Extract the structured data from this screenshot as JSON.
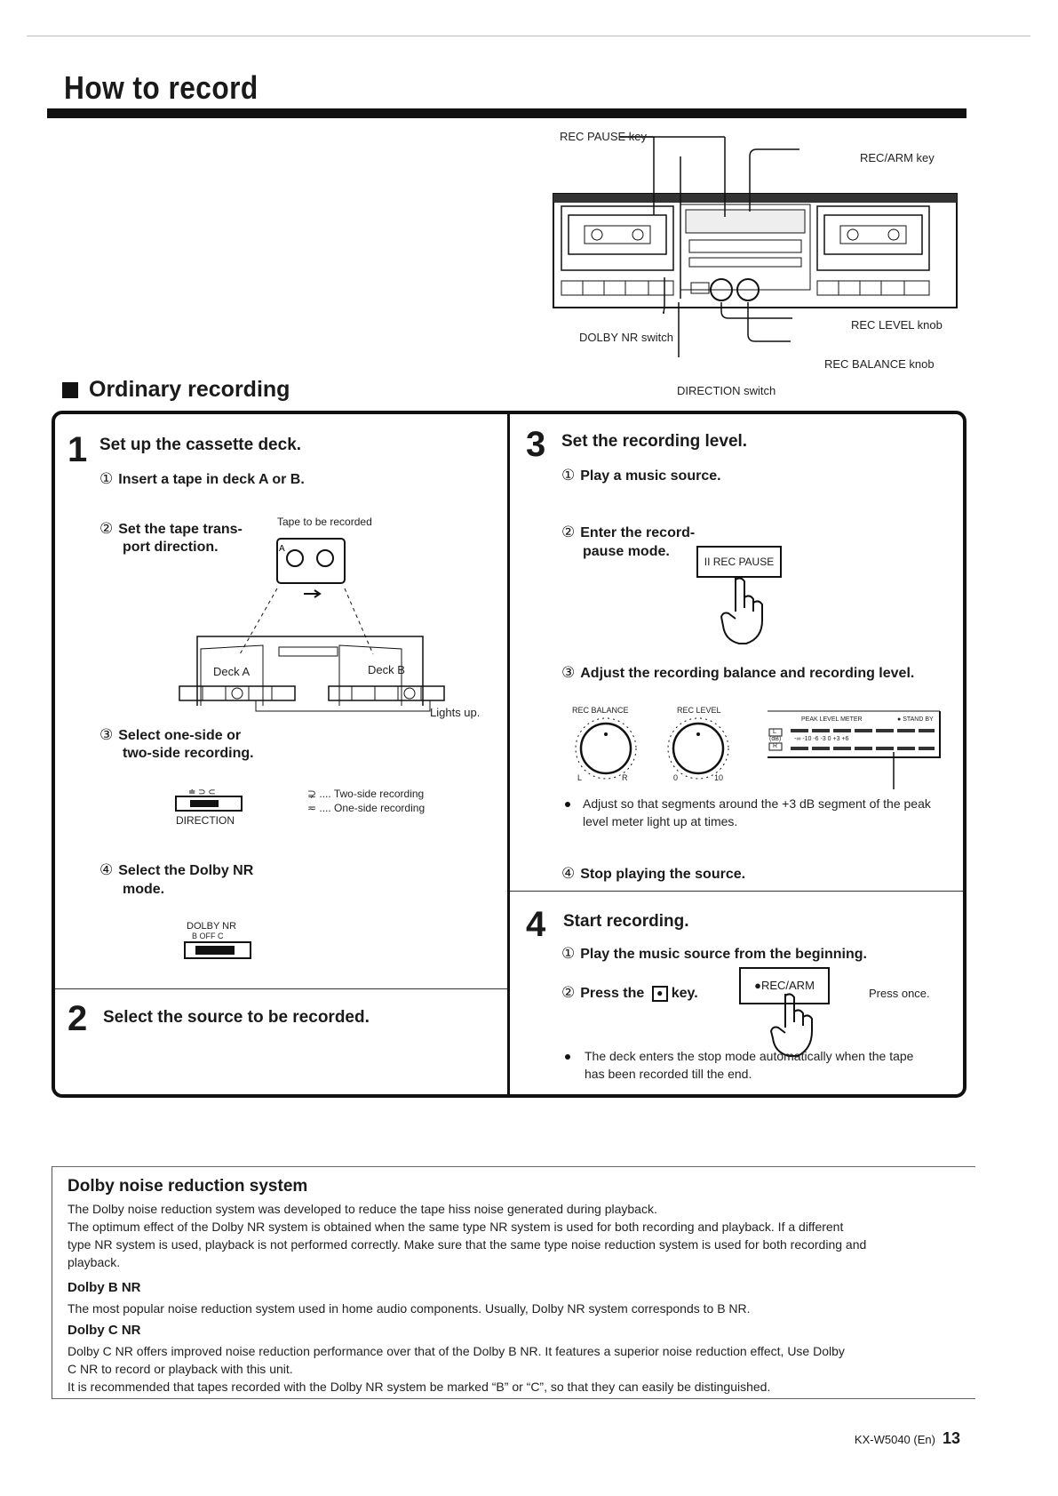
{
  "page": {
    "title": "How to record",
    "model": "KX-W5040 (En)",
    "page_number": "13"
  },
  "diagram": {
    "labels": {
      "rec_pause_key": "REC PAUSE key",
      "rec_arm_key": "REC/ARM key",
      "dolby_nr_switch": "DOLBY NR switch",
      "rec_level_knob": "REC LEVEL knob",
      "rec_balance_knob": "REC BALANCE knob",
      "direction_switch": "DIRECTION switch"
    }
  },
  "section": {
    "title": "Ordinary recording"
  },
  "steps": {
    "s1": {
      "number": "1",
      "title": "Set up the cassette deck.",
      "sub1": "Insert a tape in deck A or B.",
      "sub2_line1": "Set the tape trans-",
      "sub2_line2": "port direction.",
      "tape_label": "Tape to be recorded",
      "deck_a": "Deck A",
      "deck_b": "Deck B",
      "lights_up": "Lights up.",
      "sub3_line1": "Select  one-side  or",
      "sub3_line2": "two-side recording.",
      "direction_label": "DIRECTION",
      "two_side": ".... Two-side recording",
      "one_side": ".... One-side recording",
      "sub4_line1": "Select the Dolby NR",
      "sub4_line2": "mode.",
      "dolby_nr_label": "DOLBY NR",
      "dolby_nr_positions": "B  OFF  C"
    },
    "s2": {
      "number": "2",
      "title": "Select the source to be recorded."
    },
    "s3": {
      "number": "3",
      "title": "Set the recording level.",
      "sub1": "Play a music source.",
      "sub2_line1": "Enter the record-",
      "sub2_line2": "pause mode.",
      "rec_pause_button": "II REC PAUSE",
      "sub3": "Adjust the recording balance and recording level.",
      "rec_balance": "REC BALANCE",
      "rec_level": "REC LEVEL",
      "peak_meter": "PEAK LEVEL METER",
      "standby": "STAND BY",
      "db_scale": "-∞  -10  -6  -3  0  +3  +6",
      "knob_l": "L",
      "knob_r": "R",
      "knob_0": "0",
      "knob_10": "10",
      "meter_l": "L",
      "meter_db": "(dB)",
      "meter_r": "R",
      "note_line1": "Adjust so that segments around the +3 dB segment of the peak",
      "note_line2": "level meter light up at times.",
      "sub4": "Stop playing the source."
    },
    "s4": {
      "number": "4",
      "title": "Start recording.",
      "sub1": "Play the music source from the beginning.",
      "sub2_pre": "Press the",
      "sub2_post": "key.",
      "rec_arm_button": "●REC/ARM",
      "press_once": "Press once.",
      "note_line1": "The deck enters the stop mode automatically when the tape",
      "note_line2": "has been recorded till the end."
    }
  },
  "dolby": {
    "title": "Dolby noise reduction system",
    "p1": "The Dolby noise reduction system was developed to reduce the tape hiss noise generated during playback.",
    "p2a": "The optimum effect of the Dolby NR system is obtained when the same type NR system is used for both recording and playback. If a different",
    "p2b": "type NR system is used, playback is not performed correctly. Make sure that the same type noise reduction system is used for both recording and",
    "p2c": "playback.",
    "b_title": "Dolby B NR",
    "b_text": "The most popular noise reduction system used in home audio components. Usually, Dolby NR system corresponds to B NR.",
    "c_title": "Dolby C NR",
    "c_text1": "Dolby C NR offers improved noise reduction performance over that of the Dolby B NR. It features a superior noise reduction effect, Use Dolby",
    "c_text2": "C NR to record or playback with this unit.",
    "c_text3": "It is recommended that tapes recorded with the Dolby NR system be marked “B” or “C”, so that they can easily be distinguished."
  }
}
